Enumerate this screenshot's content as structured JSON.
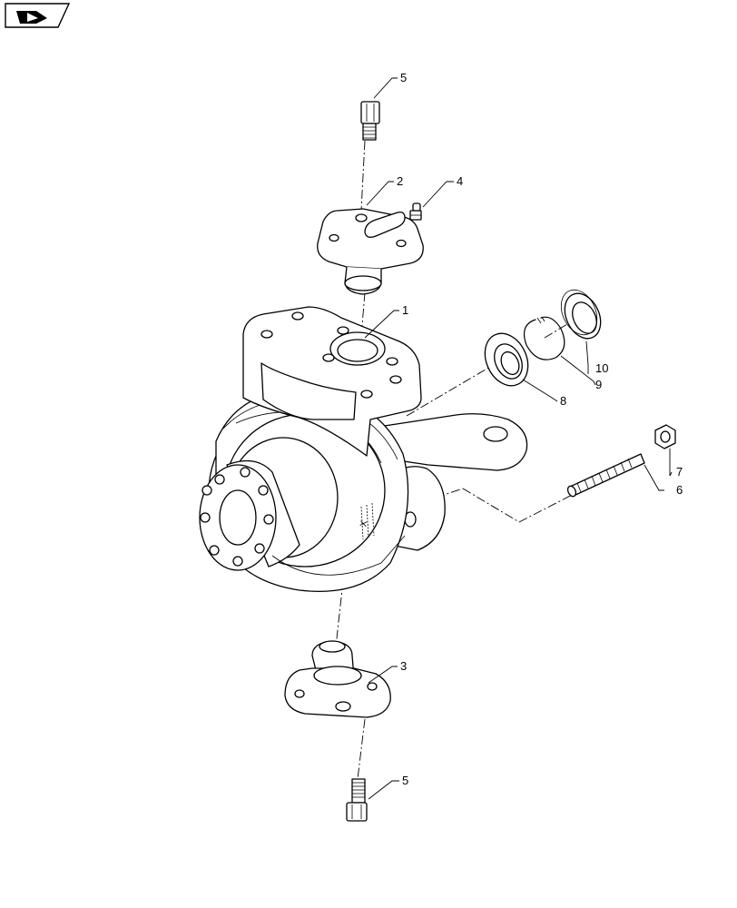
{
  "navigation": {
    "icon": "parts-catalog-nav-icon"
  },
  "diagram": {
    "callouts": {
      "c1": "1",
      "c2": "2",
      "c3": "3",
      "c4": "4",
      "c5_top": "5",
      "c5_bottom": "5",
      "c6": "6",
      "c7": "7",
      "c8": "8",
      "c9": "9",
      "c10": "10"
    },
    "part_marking": "X"
  }
}
